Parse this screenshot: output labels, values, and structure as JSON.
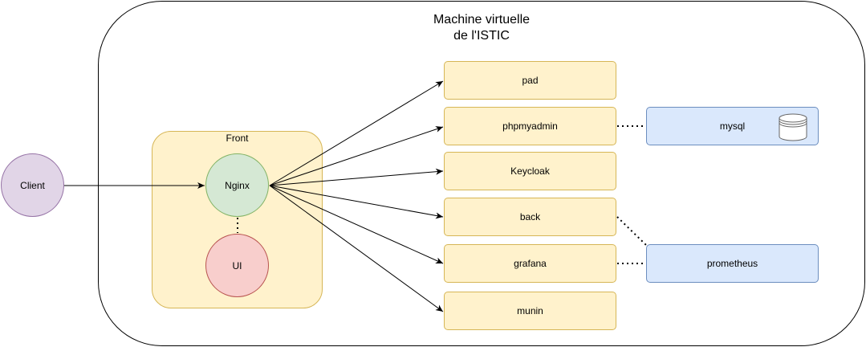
{
  "vm": {
    "title_line1": "Machine virtuelle",
    "title_line2": "de l'ISTIC"
  },
  "front": {
    "label": "Front"
  },
  "nodes": {
    "client": "Client",
    "nginx": "Nginx",
    "ui": "UI"
  },
  "services": [
    "pad",
    "phpmyadmin",
    "Keycloak",
    "back",
    "grafana",
    "munin"
  ],
  "side_services": {
    "mysql": "mysql",
    "prometheus": "prometheus"
  },
  "colors": {
    "client_fill": "#e1d5e7",
    "nginx_fill": "#d5e8d4",
    "ui_fill": "#f8cecc",
    "service_fill": "#fff2cc",
    "side_fill": "#dae8fc"
  },
  "icons": {
    "database": "database-icon"
  }
}
